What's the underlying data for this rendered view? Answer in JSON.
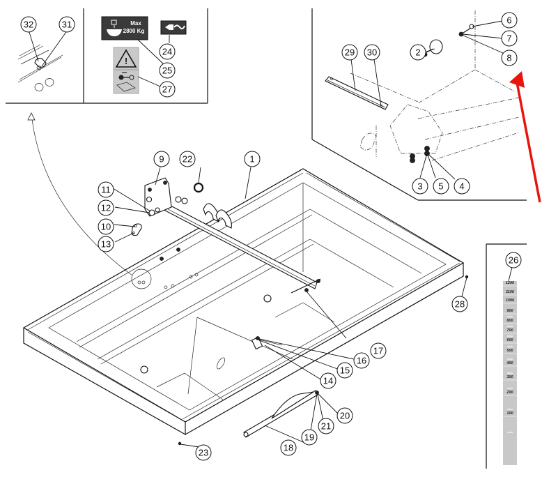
{
  "title": "Hopper frame assembly – exploded parts view",
  "part_callouts": [
    {
      "id": "1",
      "label": "1"
    },
    {
      "id": "2",
      "label": "2"
    },
    {
      "id": "3",
      "label": "3"
    },
    {
      "id": "4",
      "label": "4"
    },
    {
      "id": "5",
      "label": "5"
    },
    {
      "id": "6",
      "label": "6"
    },
    {
      "id": "7",
      "label": "7"
    },
    {
      "id": "8",
      "label": "8"
    },
    {
      "id": "9",
      "label": "9"
    },
    {
      "id": "10",
      "label": "10"
    },
    {
      "id": "11",
      "label": "11"
    },
    {
      "id": "12",
      "label": "12"
    },
    {
      "id": "13",
      "label": "13"
    },
    {
      "id": "14",
      "label": "14"
    },
    {
      "id": "15",
      "label": "15"
    },
    {
      "id": "16",
      "label": "16"
    },
    {
      "id": "17",
      "label": "17"
    },
    {
      "id": "18",
      "label": "18"
    },
    {
      "id": "19",
      "label": "19"
    },
    {
      "id": "20",
      "label": "20"
    },
    {
      "id": "21",
      "label": "21"
    },
    {
      "id": "22",
      "label": "22"
    },
    {
      "id": "23",
      "label": "23"
    },
    {
      "id": "24",
      "label": "24"
    },
    {
      "id": "25",
      "label": "25"
    },
    {
      "id": "26",
      "label": "26"
    },
    {
      "id": "27",
      "label": "27"
    },
    {
      "id": "28",
      "label": "28"
    },
    {
      "id": "29",
      "label": "29"
    },
    {
      "id": "30",
      "label": "30"
    },
    {
      "id": "31",
      "label": "31"
    },
    {
      "id": "32",
      "label": "32"
    }
  ],
  "decals": {
    "max_load": {
      "line1": "Max",
      "line2": "2800 Kg"
    },
    "warning": {
      "symbol": "!"
    }
  },
  "level_scale": {
    "labels": [
      "1200",
      "1100",
      "1000",
      "900",
      "800",
      "700",
      "600",
      "500",
      "400",
      "300",
      "200",
      "100"
    ]
  },
  "colors": {
    "line": "#111111",
    "highlight_arrow": "#e8150d",
    "decal_dark": "#3a3a3a",
    "scale_fill": "#c8c8c8"
  }
}
